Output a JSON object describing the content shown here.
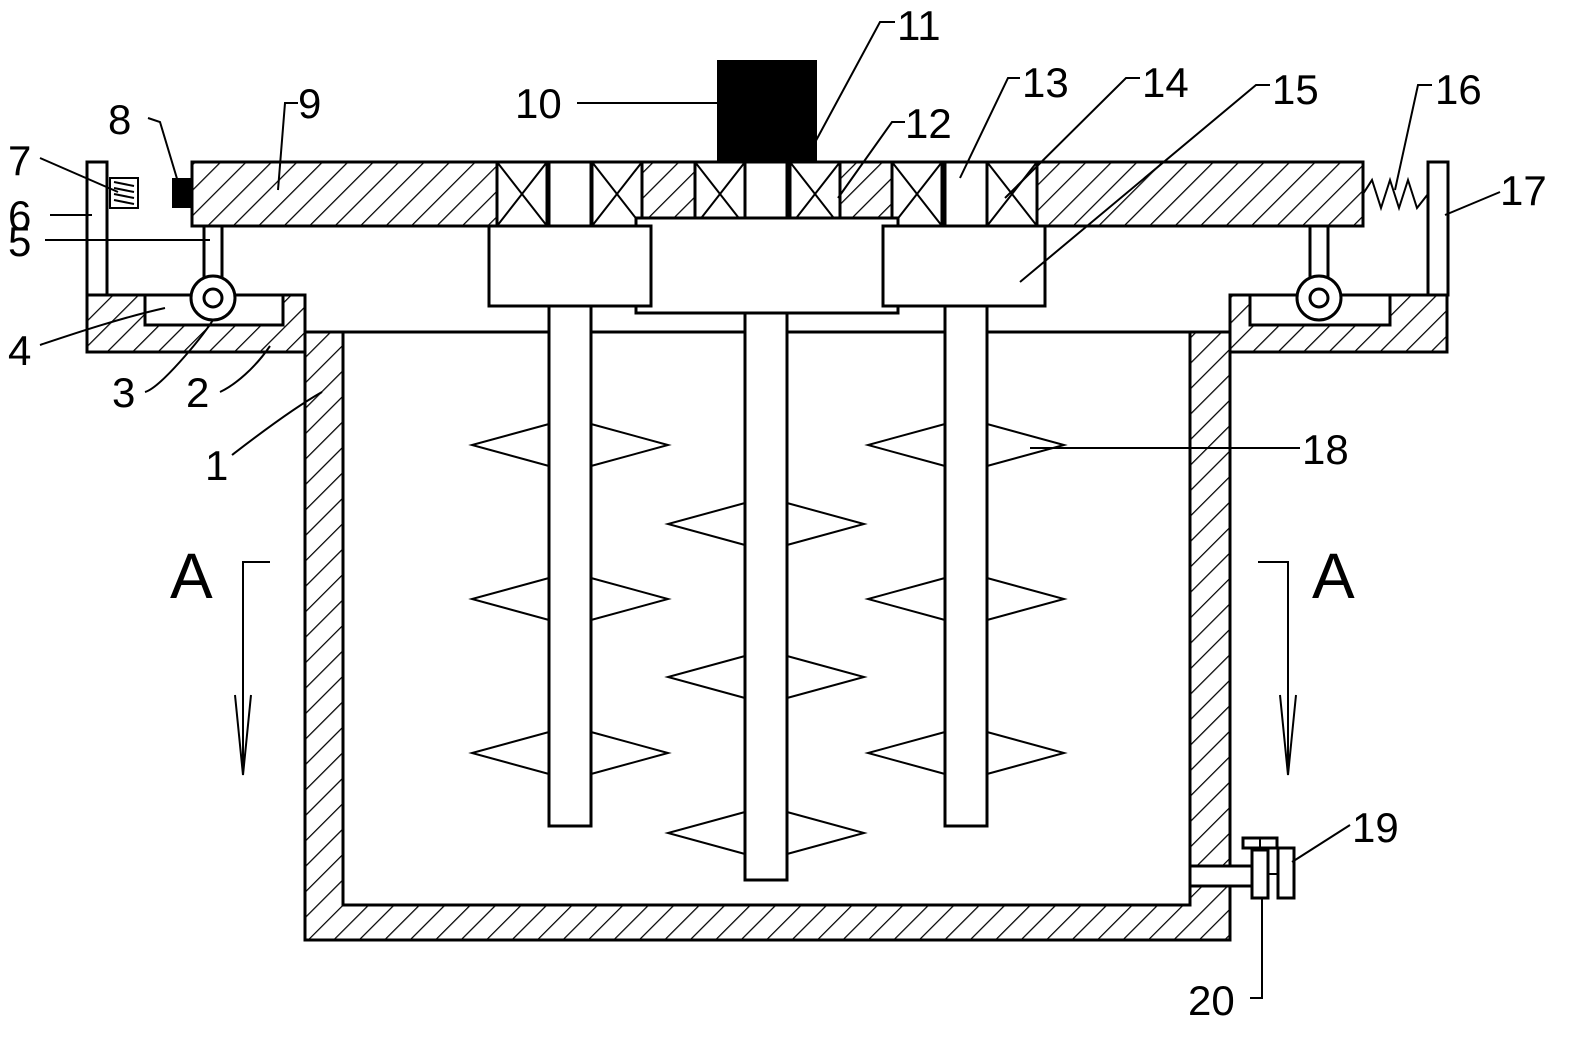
{
  "callouts": {
    "c1": "1",
    "c2": "2",
    "c3": "3",
    "c4": "4",
    "c5": "5",
    "c6": "6",
    "c7": "7",
    "c8": "8",
    "c9": "9",
    "c10": "10",
    "c11": "11",
    "c12": "12",
    "c13": "13",
    "c14": "14",
    "c15": "15",
    "c16": "16",
    "c17": "17",
    "c18": "18",
    "c19": "19",
    "c20": "20"
  },
  "section": {
    "left": "A",
    "right": "A"
  }
}
